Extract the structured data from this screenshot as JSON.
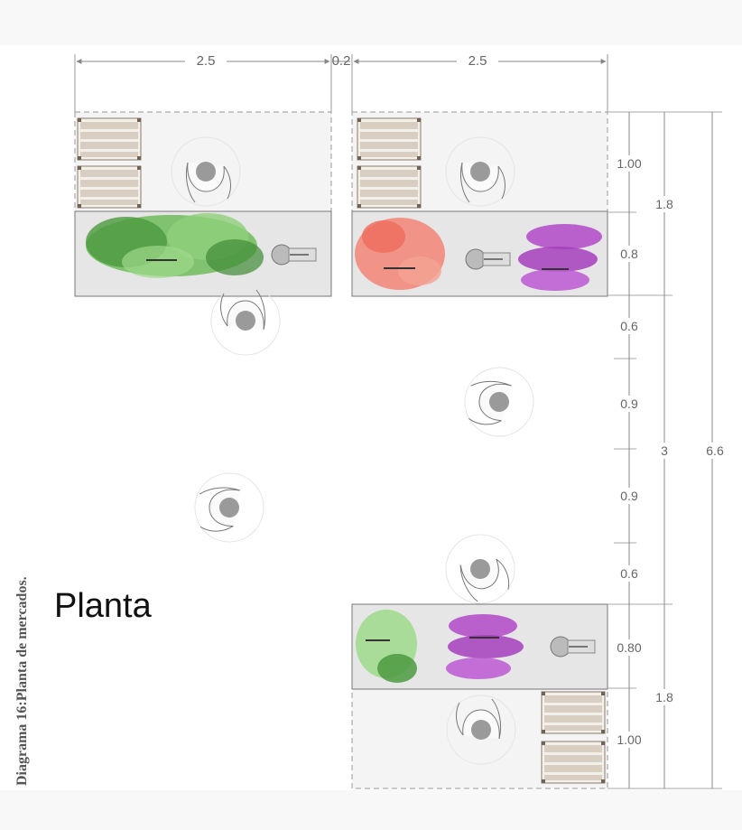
{
  "title": "Planta",
  "caption": "Diagrama 16:Planta de mercados.",
  "dimensions": {
    "top": [
      "2.5",
      "0.2",
      "2.5"
    ],
    "right_inner": [
      "1.00",
      "0.8",
      "0.6",
      "0.9",
      "0.9",
      "0.6",
      "0.80",
      "1.00"
    ],
    "right_middle": [
      "1.8",
      "3",
      "1.8"
    ],
    "right_outer": [
      "6.6"
    ]
  },
  "colors": {
    "leafy_green": "#5aa84a",
    "tomato_red": "#f07a6a",
    "grape_purple": "#b048c8",
    "crate_wood": "#d8cfc2",
    "stall_fill": "#e6e6e6"
  }
}
